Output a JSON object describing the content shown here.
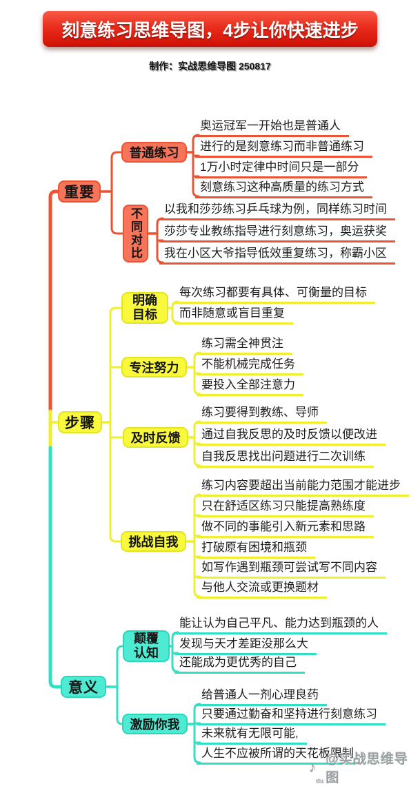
{
  "header": {
    "title": "刻意练习思维导图，4步让你快速进步",
    "credit": "制作：实战思维导图 250817"
  },
  "colors": {
    "banner_red": "#DE1F10",
    "orange": "#ED5233",
    "yellow": "#EFEF2B",
    "teal": "#2FE0C5"
  },
  "map": {
    "branches": [
      {
        "label": "重要",
        "color": "#ED5233",
        "children": [
          {
            "label": "普通练习",
            "leaves": [
              "奥运冠军一开始也是普通人",
              "进行的是刻意练习而非普通练习",
              "1万小时定律中时间只是一部分",
              "刻意练习这种高质量的练习方式"
            ]
          },
          {
            "label": "不同对比",
            "leaves": [
              "以我和莎莎练习乒乓球为例，同样练习时间",
              "莎莎专业教练指导进行刻意练习，奥运获奖",
              "我在小区大爷指导低效重复练习，称霸小区"
            ]
          }
        ]
      },
      {
        "label": "步骤",
        "color": "#EFEF2B",
        "children": [
          {
            "label": "明确目标",
            "leaves": [
              "每次练习都要有具体、可衡量的目标",
              "而非随意或盲目重复"
            ]
          },
          {
            "label": "专注努力",
            "leaves": [
              "练习需全神贯注",
              "不能机械完成任务",
              "要投入全部注意力"
            ]
          },
          {
            "label": "及时反馈",
            "leaves": [
              "练习要得到教练、导师",
              "通过自我反思的及时反馈以便改进",
              "自我反思找出问题进行二次训练"
            ]
          },
          {
            "label": "挑战自我",
            "leaves": [
              "练习内容要超出当前能力范围才能进步",
              "只在舒适区练习只能提高熟练度",
              "做不同的事能引入新元素和思路",
              "打破原有困境和瓶颈",
              "如写作遇到瓶颈可尝试写不同内容",
              "与他人交流或更换题材"
            ]
          }
        ]
      },
      {
        "label": "意义",
        "color": "#2FE0C5",
        "children": [
          {
            "label": "颠覆认知",
            "leaves": [
              "能让认为自己平凡、能力达到瓶颈的人",
              "发现与天才差距没那么大",
              "还能成为更优秀的自己"
            ]
          },
          {
            "label": "激励你我",
            "leaves": [
              "给普通人一剂心理良药",
              "只要通过勤奋和坚持进行刻意练习",
              "未来就有无限可能,",
              "人生不应被所谓的天花板限制"
            ]
          }
        ]
      }
    ]
  },
  "watermark": {
    "note_icon": "♪",
    "prefix": "du",
    "text": "@实战思维导图"
  }
}
